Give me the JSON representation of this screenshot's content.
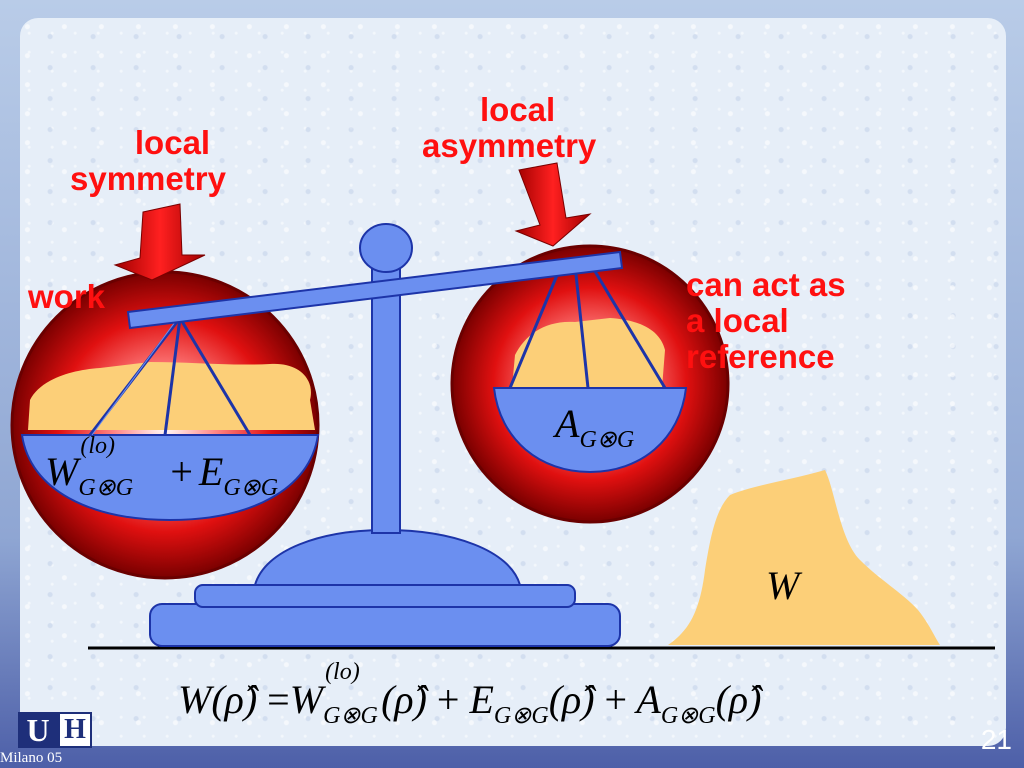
{
  "labels": {
    "local_symmetry": [
      "local",
      "symmetry"
    ],
    "local_asymmetry": [
      "local",
      "asymmetry"
    ],
    "work": "work",
    "can_act": [
      "can act as",
      "a local",
      "reference"
    ]
  },
  "math": {
    "left_pan": {
      "W": "W",
      "lo": "(lo)",
      "sub": "G⊗G",
      "plus": "+",
      "E": "E"
    },
    "right_pan": {
      "A": "A",
      "sub": "G⊗G"
    },
    "ground": "W",
    "equation": {
      "lhs": "W(ρ̂)",
      "eq": "=",
      "w": "W",
      "lo": "(lo)",
      "sub": "G⊗G",
      "rho": "(ρ̂)",
      "plus": "+",
      "e": "E",
      "a": "A"
    }
  },
  "logo": {
    "u": "U",
    "h": "H"
  },
  "footer": "Milano 05",
  "page_number": "21",
  "colors": {
    "red_text": "#ff1010",
    "scale_blue": "#6b8ff0",
    "gold": "#fccf78",
    "dark_red": "#8a0000"
  }
}
